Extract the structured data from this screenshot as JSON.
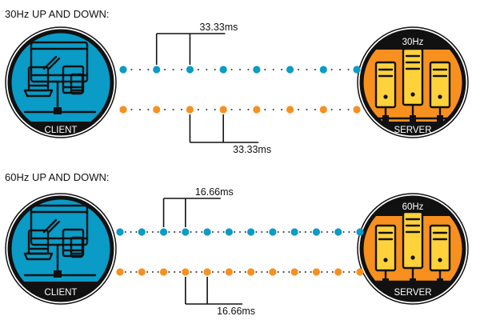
{
  "sections": [
    {
      "title": "30Hz UP AND DOWN:",
      "client_label": "CLIENT",
      "server_label": "SERVER",
      "server_rate": "30Hz",
      "upstream": {
        "color": "#0a9bc7",
        "packet_count": 8,
        "bracket_label": "33.33ms",
        "bracket_from": 1,
        "bracket_to": 2
      },
      "downstream": {
        "color": "#f7901e",
        "packet_count": 8,
        "bracket_label": "33.33ms",
        "bracket_from": 2,
        "bracket_to": 3
      }
    },
    {
      "title": "60Hz UP AND DOWN:",
      "client_label": "CLIENT",
      "server_label": "SERVER",
      "server_rate": "60Hz",
      "upstream": {
        "color": "#0a9bc7",
        "packet_count": 12,
        "bracket_label": "16.66ms",
        "bracket_from": 2,
        "bracket_to": 3
      },
      "downstream": {
        "color": "#f7901e",
        "packet_count": 12,
        "bracket_label": "16.66ms",
        "bracket_from": 3,
        "bracket_to": 4
      }
    }
  ],
  "icons": {
    "client": "computer-devices-icon",
    "server": "server-rack-icon"
  },
  "colors": {
    "client_fill": "#0a9bc7",
    "server_fill": "#f7901e",
    "ring": "#111111",
    "icon_stroke": "#111111"
  }
}
